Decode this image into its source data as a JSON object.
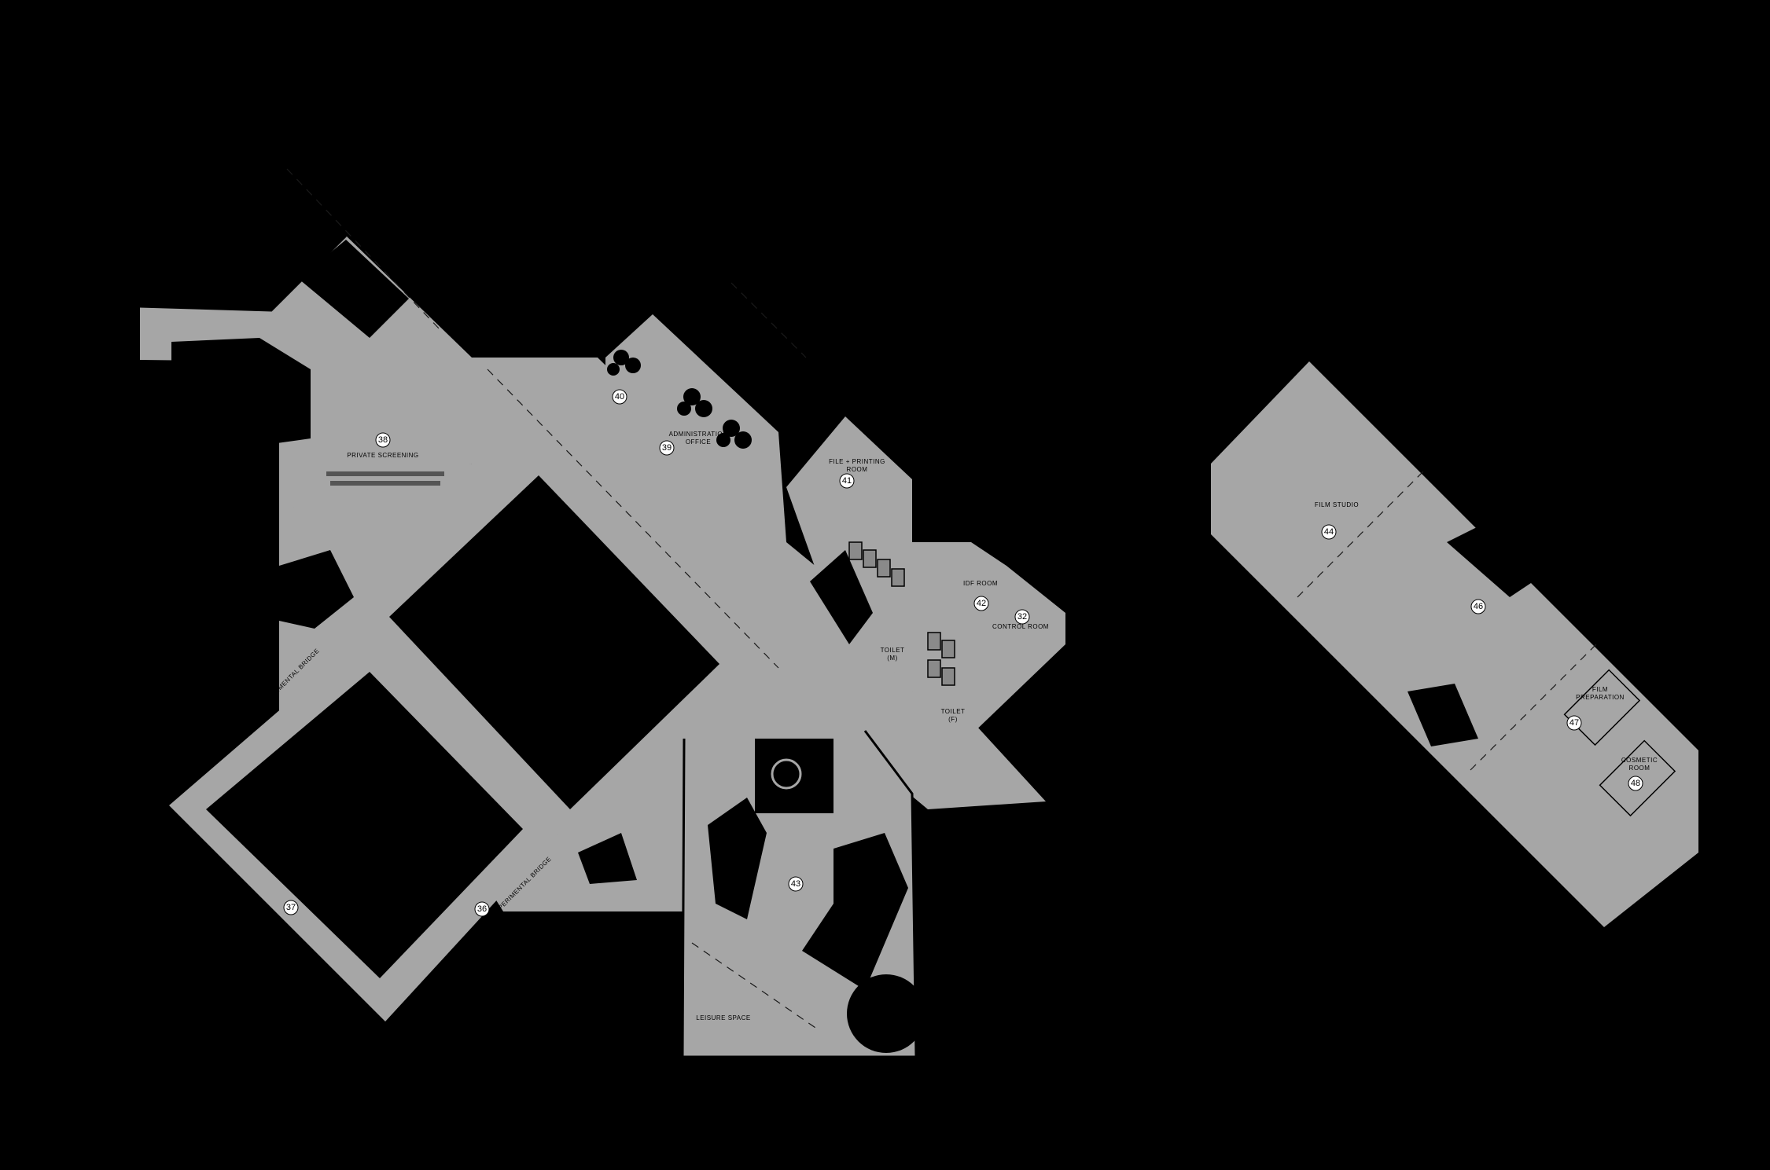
{
  "rooms": {
    "r32": {
      "number": "32",
      "label": "CONTROL ROOM"
    },
    "r36": {
      "number": "36",
      "label": "EXPERIMENTAL BRIDGE"
    },
    "r37": {
      "number": "37",
      "label": "EXPERIMENTAL BRIDGE"
    },
    "r38": {
      "number": "38",
      "label": "PRIVATE SCREENING"
    },
    "r39": {
      "number": "39",
      "label1": "ADMINISTRATION",
      "label2": "OFFICE"
    },
    "r40": {
      "number": "40"
    },
    "r41": {
      "number": "41",
      "label1": "FILE + PRINTING",
      "label2": "ROOM"
    },
    "r42": {
      "number": "42",
      "label": "IDF ROOM"
    },
    "r43": {
      "number": "43"
    },
    "r44": {
      "number": "44",
      "label": "FILM STUDIO"
    },
    "r46": {
      "number": "46"
    },
    "r47": {
      "number": "47"
    },
    "r48": {
      "number": "48",
      "label1": "COSMETIC",
      "label2": "ROOM"
    },
    "toilet_m": {
      "label1": "TOILET",
      "label2": "(M)"
    },
    "toilet_f": {
      "label1": "TOILET",
      "label2": "(F)"
    },
    "leisure": {
      "label": "LEISURE SPACE"
    },
    "film_prep": {
      "label1": "FILM",
      "label2": "PREPARATION"
    }
  }
}
